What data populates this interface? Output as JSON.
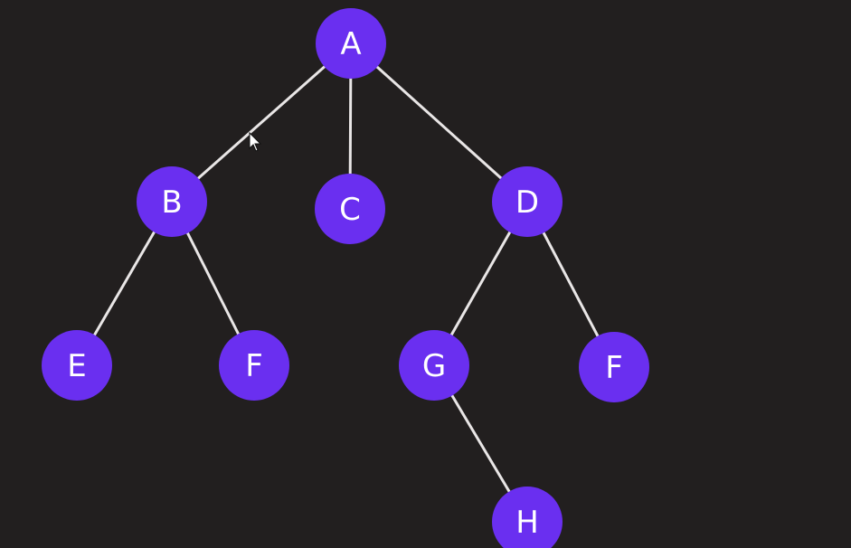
{
  "diagram": {
    "type": "tree",
    "colors": {
      "background": "#221f1f",
      "node_fill": "#6a2ff0",
      "edge": "#e9e6e6",
      "label": "#ffffff"
    },
    "nodes": [
      {
        "id": "n_A",
        "label": "A"
      },
      {
        "id": "n_B",
        "label": "B"
      },
      {
        "id": "n_C",
        "label": "C"
      },
      {
        "id": "n_D",
        "label": "D"
      },
      {
        "id": "n_E",
        "label": "E"
      },
      {
        "id": "n_F1",
        "label": "F"
      },
      {
        "id": "n_G",
        "label": "G"
      },
      {
        "id": "n_F2",
        "label": "F"
      },
      {
        "id": "n_H",
        "label": "H"
      }
    ],
    "edges": [
      {
        "from": "n_A",
        "to": "n_B"
      },
      {
        "from": "n_A",
        "to": "n_C"
      },
      {
        "from": "n_A",
        "to": "n_D"
      },
      {
        "from": "n_B",
        "to": "n_E"
      },
      {
        "from": "n_B",
        "to": "n_F1"
      },
      {
        "from": "n_D",
        "to": "n_G"
      },
      {
        "from": "n_D",
        "to": "n_F2"
      },
      {
        "from": "n_G",
        "to": "n_H"
      }
    ]
  },
  "cursor_icon": "mouse-pointer-icon"
}
